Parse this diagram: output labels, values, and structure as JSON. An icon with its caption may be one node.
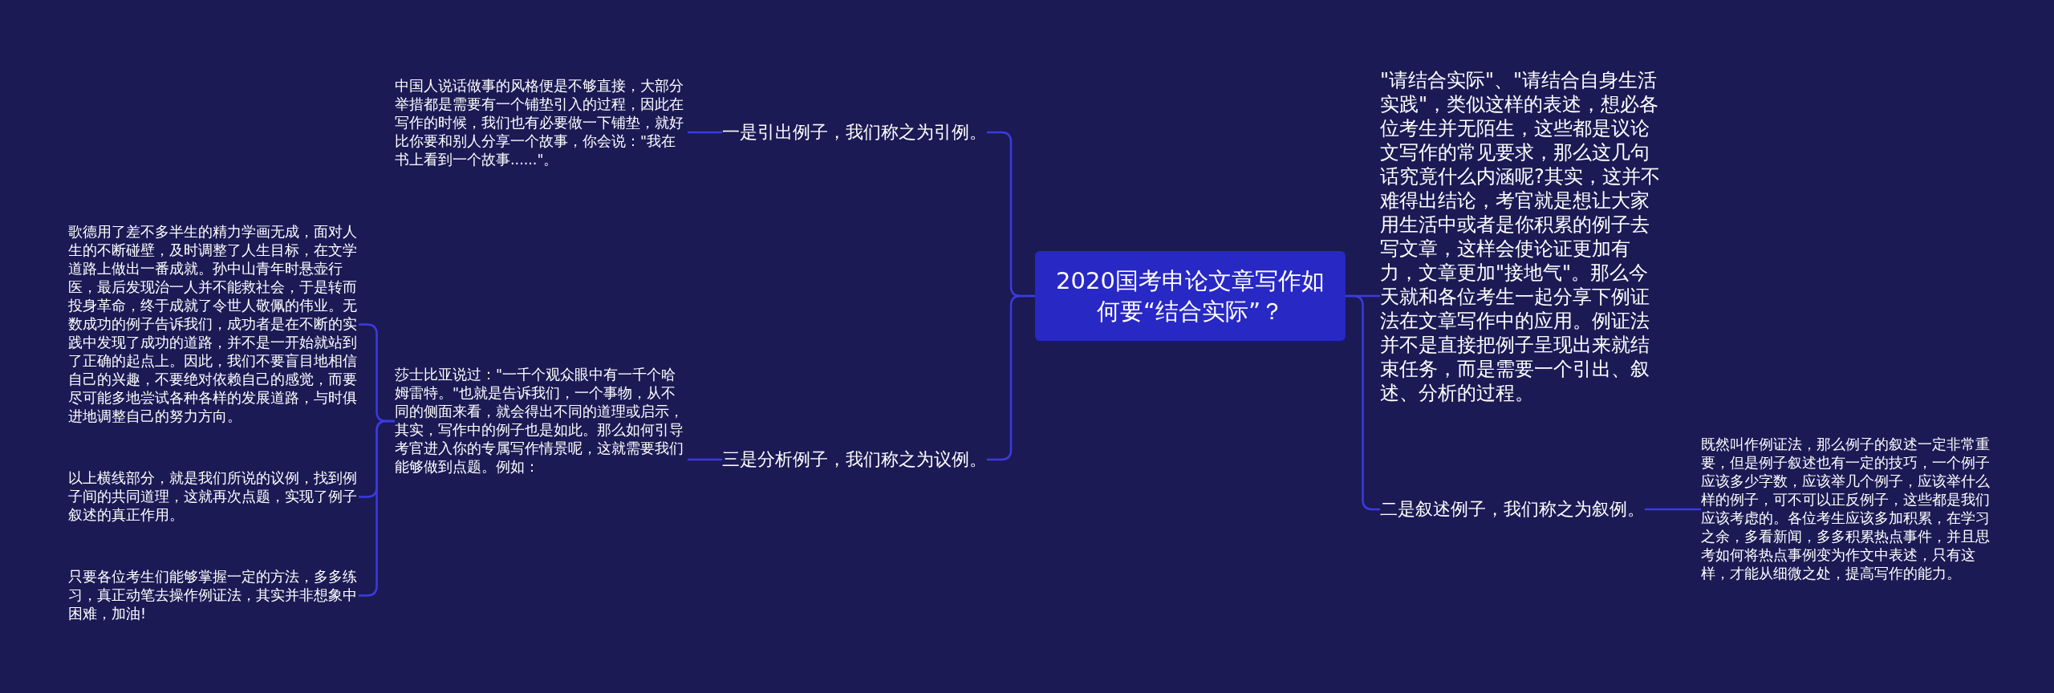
{
  "diagram": {
    "nodes": [
      {
        "text": [
          "2020国考申论文章写作如何要“结合实际”？"
        ]
      },
      {
        "text": [
          "一是引出例子，我们称之为引例。"
        ]
      },
      {
        "text": [
          "中国人说话做事的风格便是不够直接，大部分举措都是需要有一个铺垫引入的过程，因此在写作的时候，我们也有必要做一下铺垫，就好比你要和别人分享一个故事，你会说：\"我在书上看到一个故事......\"。"
        ]
      },
      {
        "text": [
          "三是分析例子，我们称之为议例。"
        ]
      },
      {
        "text": [
          "莎士比亚说过：\"一千个观众眼中有一千个哈姆雷特。\"也就是告诉我们，一个事物，从不同的侧面来看，就会得出不同的道理或启示，其实，写作中的例子也是如此。那么如何引导考官进入你的专属写作情景呢，这就需要我们能够做到点题。例如："
        ]
      },
      {
        "text": [
          "歌德用了差不多半生的精力学画无成，面对人生的不断碰壁，及时调整了人生目标，在文学道路上做出一番成就。孙中山青年时悬壶行医，最后发现治一人并不能救社会，于是转而投身革命，终于成就了令世人敬佩的伟业。无数成功的例子告诉我们，成功者是在不断的实践中发现了成功的道路，并不是一开始就站到了正确的起点上。因此，我们不要盲目地相信自己的兴趣，不要绝对依赖自己的感觉，而要尽可能多地尝试各种各样的发展道路，与时俱进地调整自己的努力方向。"
        ]
      },
      {
        "text": [
          "以上横线部分，就是我们所说的议例，找到例子间的共同道理，这就再次点题，实现了例子叙述的真正作用。"
        ]
      },
      {
        "text": [
          "只要各位考生们能够掌握一定的方法，多多练习，真正动笔去操作例证法，其实并非想象中困难，加油!"
        ]
      },
      {
        "text": [
          "\"请结合实际\"、\"请结合自身生活实践\"，类似这样的表述，想必各位考生并无陌生，这些都是议论文写作的常见要求，那么这几句话究竟什么内涵呢?其实，这并不难得出结论，考官就是想让大家用生活中或者是你积累的例子去写文章，这样会使论证更加有力，文章更加\"接地气\"。那么今天就和各位考生一起分享下例证法在文章写作中的应用。例证法并不是直接把例子呈现出来就结束任务，而是需要一个引出、叙述、分析的过程。"
        ]
      },
      {
        "text": [
          "二是叙述例子，我们称之为叙例。"
        ]
      },
      {
        "text": [
          "既然叫作例证法，那么例子的叙述一定非常重要，但是例子叙述也有一定的技巧，一个例子应该多少字数，应该举几个例子，应该举什么样的例子，可不可以正反例子，这些都是我们应该考虑的。各位考生应该多加积累，在学习之余，多看新闻，多多积累热点事件，并且思考如何将热点事例变为作文中表述，只有这样，才能从细微之处，提高写作的能力。"
        ]
      }
    ],
    "edges": [
      {
        "from": 0,
        "to": 1,
        "arrow": "none"
      },
      {
        "from": 1,
        "to": 2,
        "arrow": "none"
      },
      {
        "from": 0,
        "to": 3,
        "arrow": "none"
      },
      {
        "from": 3,
        "to": 4,
        "arrow": "none"
      },
      {
        "from": 4,
        "to": 5,
        "arrow": "none"
      },
      {
        "from": 4,
        "to": 6,
        "arrow": "none"
      },
      {
        "from": 4,
        "to": 7,
        "arrow": "none"
      },
      {
        "from": 0,
        "to": 8,
        "arrow": "none"
      },
      {
        "from": 0,
        "to": 9,
        "arrow": "none"
      },
      {
        "from": 9,
        "to": 10,
        "arrow": "none"
      }
    ]
  }
}
